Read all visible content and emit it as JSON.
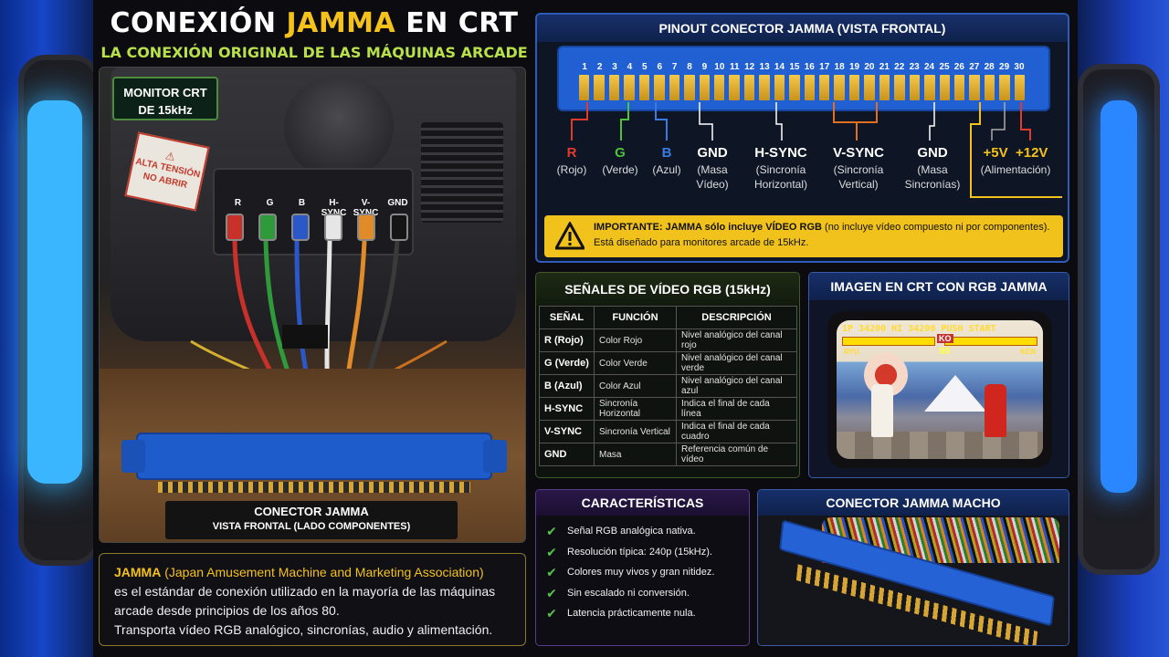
{
  "title": {
    "part1": "CONEXIÓN ",
    "highlight": "JAMMA",
    "part2": " EN CRT"
  },
  "subtitle": "LA CONEXIÓN ORIGINAL DE LAS MÁQUINAS ARCADE",
  "photo": {
    "monitor_label_line1": "MONITOR CRT",
    "monitor_label_line2": "DE 15kHz",
    "warning_sticker_line1": "ALTA TENSIÓN",
    "warning_sticker_line2": "NO ABRIR",
    "connector_labels": [
      "R",
      "G",
      "B",
      "H-SYNC",
      "V-SYNC",
      "GND"
    ],
    "connector_caption_line1": "CONECTOR JAMMA",
    "connector_caption_line2": "VISTA FRONTAL (LADO COMPONENTES)"
  },
  "description": {
    "keyword": "JAMMA",
    "expansion": "(Japan Amusement Machine and Marketing Association)",
    "line1": "es el estándar de conexión utilizado en la mayoría de las máquinas",
    "line2": "arcade desde principios de los años 80.",
    "line3": "Transporta vídeo RGB analógico, sincronías, audio y alimentación."
  },
  "pinout": {
    "heading": "PINOUT CONECTOR JAMMA (VISTA FRONTAL)",
    "pin_numbers": [
      "1",
      "2",
      "3",
      "4",
      "5",
      "6",
      "7",
      "8",
      "9",
      "10",
      "11",
      "12",
      "13",
      "14",
      "15",
      "16",
      "17",
      "18",
      "19",
      "20",
      "21",
      "22",
      "23",
      "24",
      "25",
      "26",
      "27",
      "28",
      "29",
      "30"
    ],
    "signals": [
      {
        "name": "R",
        "desc1": "(Rojo)",
        "desc2": "",
        "color": "#e23a2a"
      },
      {
        "name": "G",
        "desc1": "(Verde)",
        "desc2": "",
        "color": "#4ec23a"
      },
      {
        "name": "B",
        "desc1": "(Azul)",
        "desc2": "",
        "color": "#3a7ae2"
      },
      {
        "name": "GND",
        "desc1": "(Masa",
        "desc2": "Vídeo)",
        "color": "#ffffff"
      },
      {
        "name": "H-SYNC",
        "desc1": "(Sincronía",
        "desc2": "Horizontal)",
        "color": "#ffffff"
      },
      {
        "name": "V-SYNC",
        "desc1": "(Sincronía",
        "desc2": "Vertical)",
        "color": "#ffffff"
      },
      {
        "name": "GND",
        "desc1": "(Masa",
        "desc2": "Sincronías)",
        "color": "#ffffff"
      },
      {
        "name": "+5V  +12V",
        "desc1": "(Alimentación)",
        "desc2": "",
        "color": "#f4c21b"
      }
    ],
    "warning_bold": "IMPORTANTE: JAMMA sólo incluye VÍDEO RGB",
    "warning_rest": " (no incluye vídeo compuesto ni por componentes).",
    "warning_line2": "Está diseñado para monitores arcade de 15kHz."
  },
  "signals_table": {
    "heading": "SEÑALES DE VÍDEO RGB (15kHz)",
    "columns": [
      "SEÑAL",
      "FUNCIÓN",
      "DESCRIPCIÓN"
    ],
    "rows": [
      [
        "R (Rojo)",
        "Color Rojo",
        "Nivel analógico del canal rojo"
      ],
      [
        "G (Verde)",
        "Color Verde",
        "Nivel analógico del canal verde"
      ],
      [
        "B (Azul)",
        "Color Azul",
        "Nivel analógico del canal azul"
      ],
      [
        "H-SYNC",
        "Sincronía Horizontal",
        "Indica el final de cada línea"
      ],
      [
        "V-SYNC",
        "Sincronía Vertical",
        "Indica el final de cada cuadro"
      ],
      [
        "GND",
        "Masa",
        "Referencia común de vídeo"
      ]
    ]
  },
  "crt_image": {
    "heading": "IMAGEN EN CRT CON RGB JAMMA",
    "hud": "1P  34200  HI  34200 PUSH START",
    "ko": "KO",
    "timer": "99",
    "p1": "RYU",
    "p2": "KEN"
  },
  "features": {
    "heading": "CARACTERÍSTICAS",
    "items": [
      "Señal RGB analógica nativa.",
      "Resolución típica: 240p (15kHz).",
      "Colores muy vivos y gran nitidez.",
      "Sin escalado ni conversión.",
      "Latencia prácticamente nula."
    ]
  },
  "male": {
    "heading": "CONECTOR JAMMA MACHO"
  },
  "colors": {
    "accent": "#f4c21b",
    "green": "#b7e04a",
    "blue": "#2f5cb8"
  }
}
